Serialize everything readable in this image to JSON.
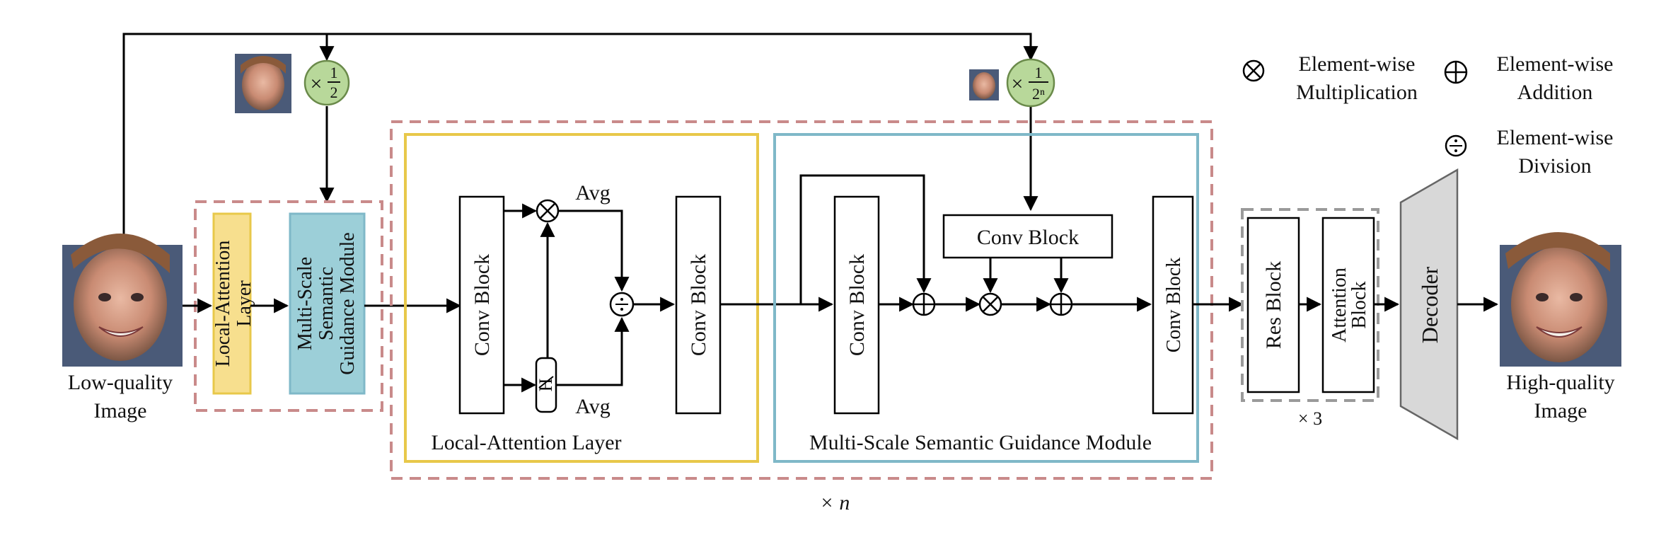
{
  "inputs": {
    "low_quality_label_1": "Low-quality",
    "low_quality_label_2": "Image"
  },
  "outputs": {
    "high_quality_label_1": "High-quality",
    "high_quality_label_2": "Image"
  },
  "scale_ops": {
    "half": {
      "prefix": "×",
      "num": "1",
      "den": "2"
    },
    "nth": {
      "prefix": "×",
      "num": "1",
      "den": "2ⁿ"
    }
  },
  "small_block": {
    "local_attention_label_1": "Local-Attention",
    "local_attention_label_2": "Layer",
    "msgm_label_1": "Multi-Scale",
    "msgm_label_2": "Semantic",
    "msgm_label_3": "Guidance Module"
  },
  "local_attention_layer": {
    "title": "Local-Attention Layer",
    "conv_block_1": "Conv Block",
    "conv_block_2": "Conv Block",
    "avg_top": "Avg",
    "avg_bottom": "Avg"
  },
  "msgm": {
    "title": "Multi-Scale Semantic Guidance Module",
    "conv_block_1": "Conv Block",
    "conv_block_2": "Conv Block",
    "conv_block_3": "Conv Block"
  },
  "repeat_n": "× n",
  "res_attention": {
    "res_block": "Res Block",
    "attention_label_1": "Attention",
    "attention_label_2": "Block",
    "repeat": "× 3"
  },
  "decoder": {
    "label": "Decoder"
  },
  "legend": {
    "mul_1": "Element-wise",
    "mul_2": "Multiplication",
    "add_1": "Element-wise",
    "add_2": "Addition",
    "div_1": "Element-wise",
    "div_2": "Division"
  },
  "colors": {
    "yellow_border": "#e8c84a",
    "yellow_fill": "#f7df8e",
    "teal_border": "#7fb8c8",
    "teal_fill": "#9ccfd8",
    "red_dash": "#c98a8a",
    "gray_dash": "#9a9a9a",
    "green_circle": "#b8d89a",
    "decoder_fill": "#d8d8d8"
  }
}
